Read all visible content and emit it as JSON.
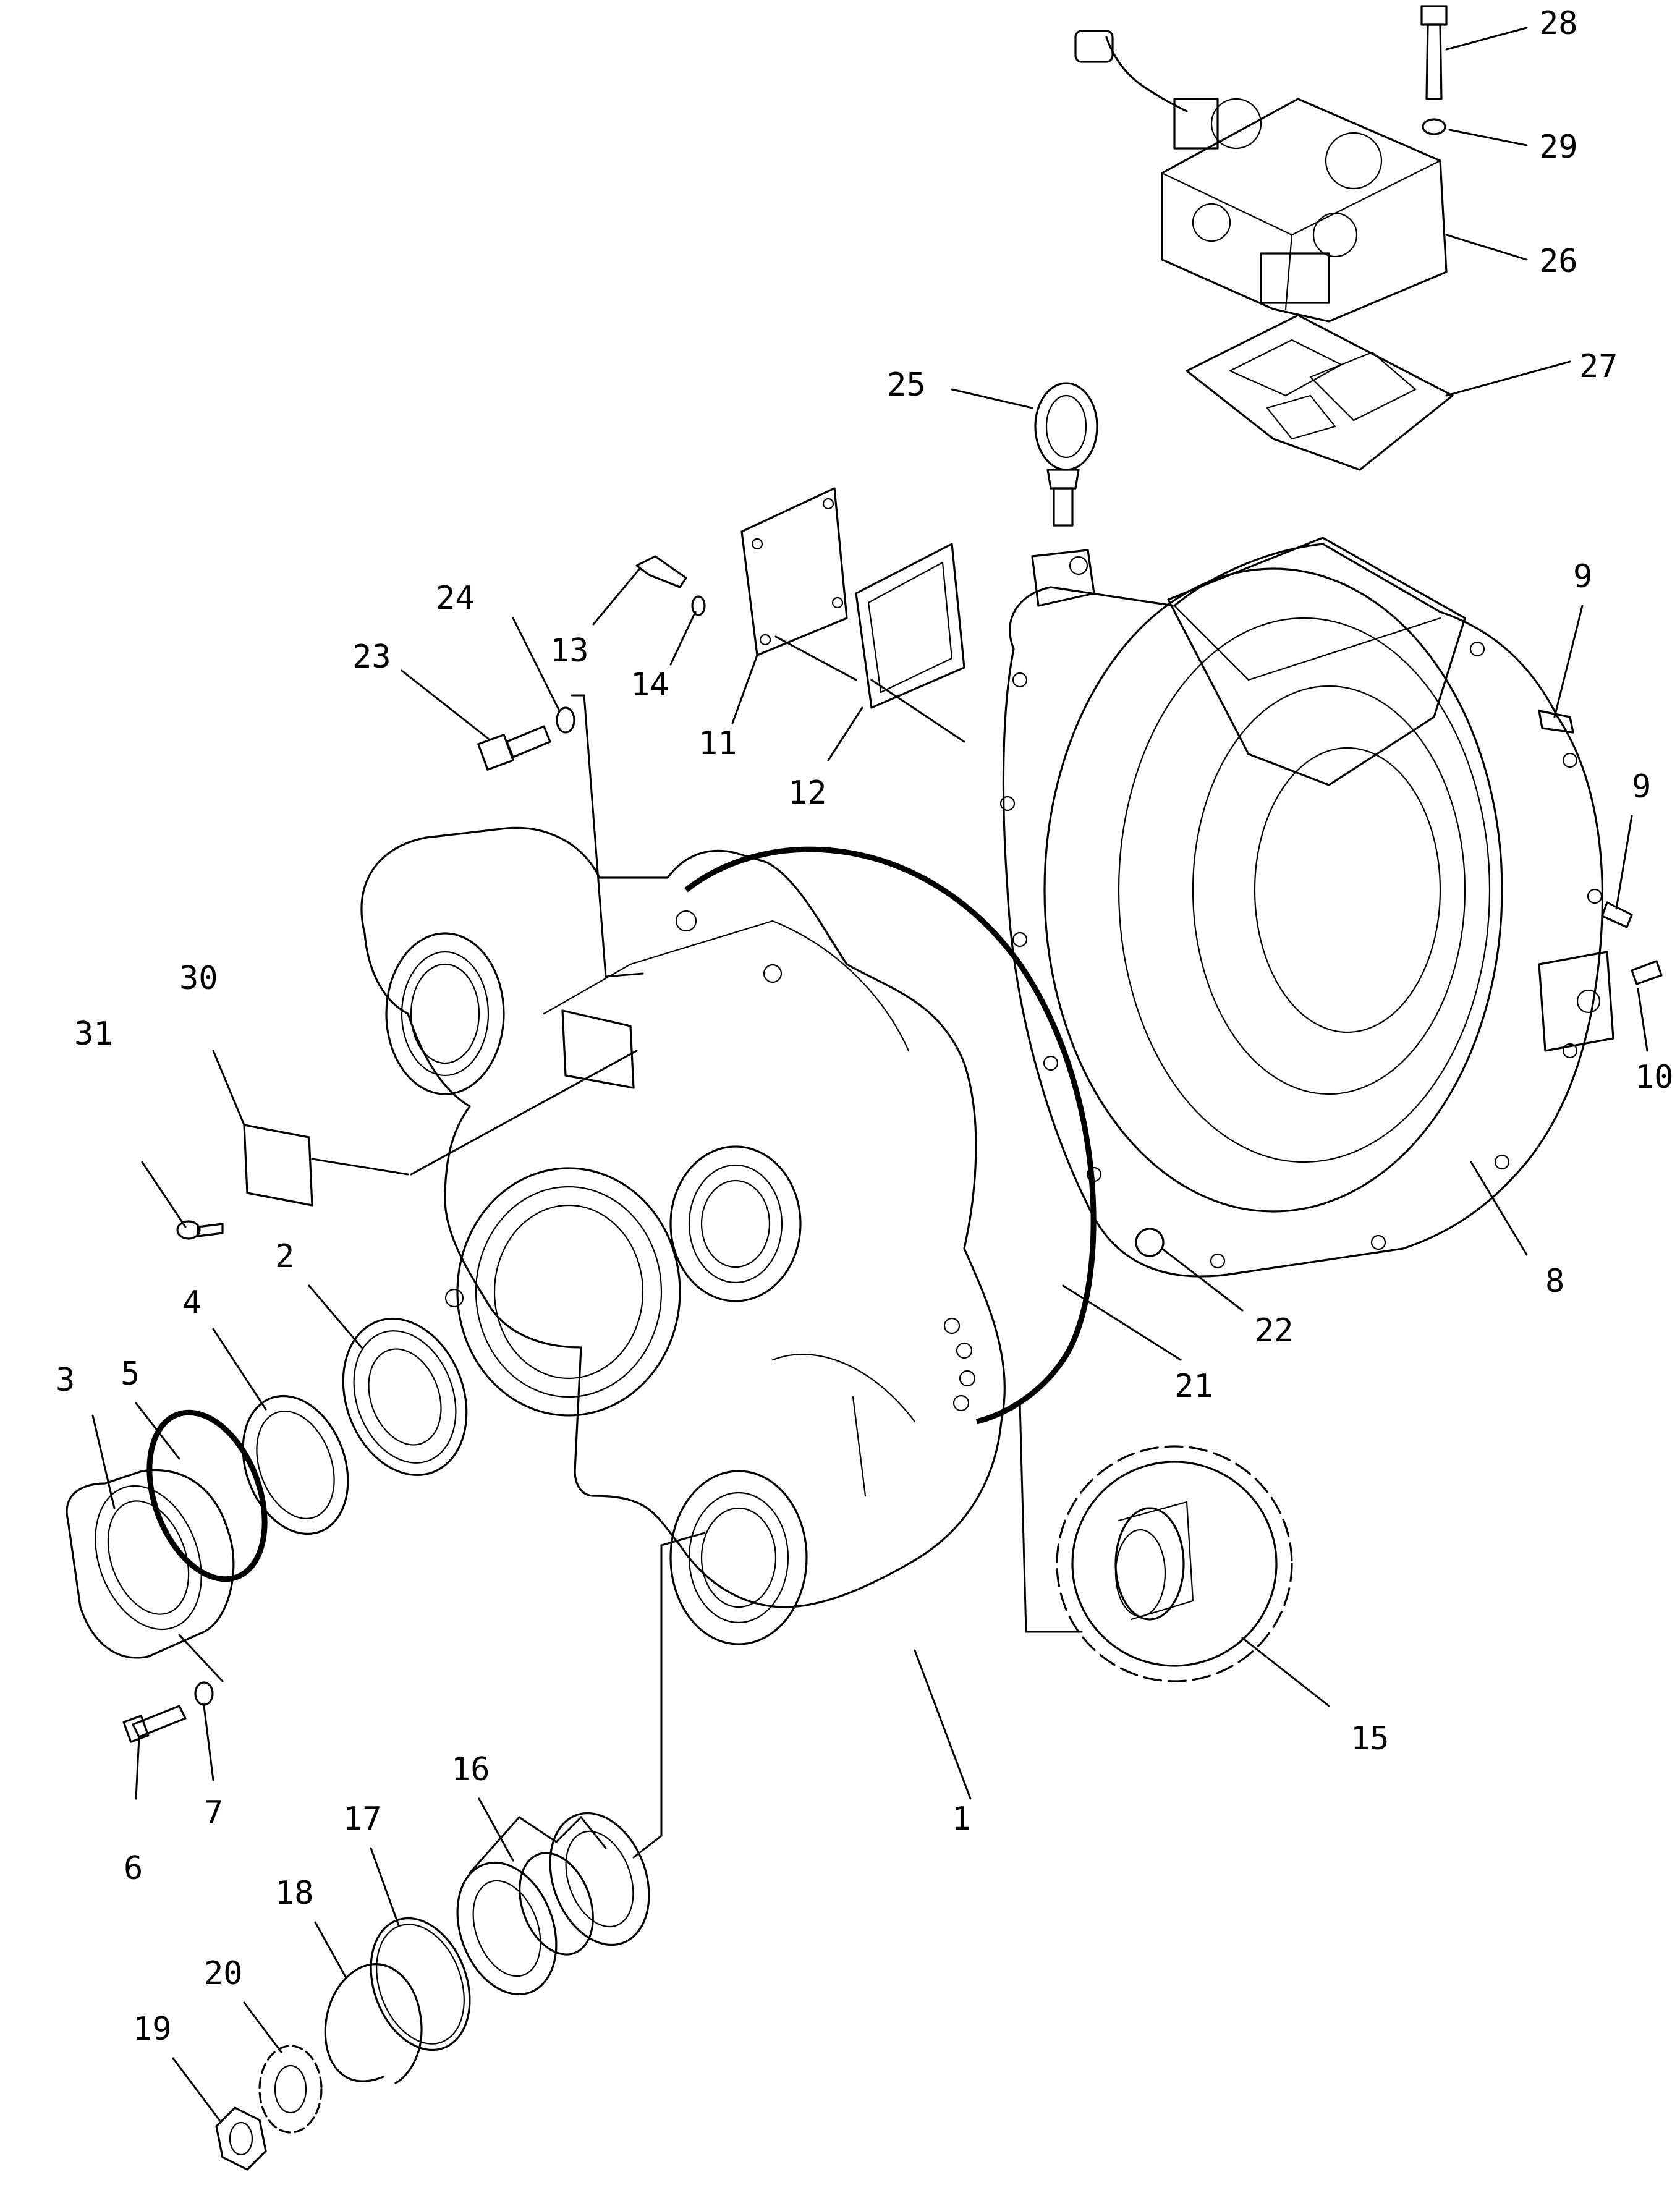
{
  "callouts": [
    {
      "id": "c1",
      "text": "1"
    },
    {
      "id": "c2",
      "text": "2"
    },
    {
      "id": "c3",
      "text": "3"
    },
    {
      "id": "c4",
      "text": "4"
    },
    {
      "id": "c5",
      "text": "5"
    },
    {
      "id": "c6",
      "text": "6"
    },
    {
      "id": "c7",
      "text": "7"
    },
    {
      "id": "c8",
      "text": "8"
    },
    {
      "id": "c9a",
      "text": "9"
    },
    {
      "id": "c9b",
      "text": "9"
    },
    {
      "id": "c10",
      "text": "10"
    },
    {
      "id": "c11",
      "text": "11"
    },
    {
      "id": "c12",
      "text": "12"
    },
    {
      "id": "c13",
      "text": "13"
    },
    {
      "id": "c14",
      "text": "14"
    },
    {
      "id": "c15",
      "text": "15"
    },
    {
      "id": "c16",
      "text": "16"
    },
    {
      "id": "c17",
      "text": "17"
    },
    {
      "id": "c18",
      "text": "18"
    },
    {
      "id": "c19",
      "text": "19"
    },
    {
      "id": "c20",
      "text": "20"
    },
    {
      "id": "c21",
      "text": "21"
    },
    {
      "id": "c22",
      "text": "22"
    },
    {
      "id": "c23",
      "text": "23"
    },
    {
      "id": "c24",
      "text": "24"
    },
    {
      "id": "c25",
      "text": "25"
    },
    {
      "id": "c26",
      "text": "26"
    },
    {
      "id": "c27",
      "text": "27"
    },
    {
      "id": "c28",
      "text": "28"
    },
    {
      "id": "c29",
      "text": "29"
    },
    {
      "id": "c30",
      "text": "30"
    },
    {
      "id": "c31",
      "text": "31"
    }
  ]
}
